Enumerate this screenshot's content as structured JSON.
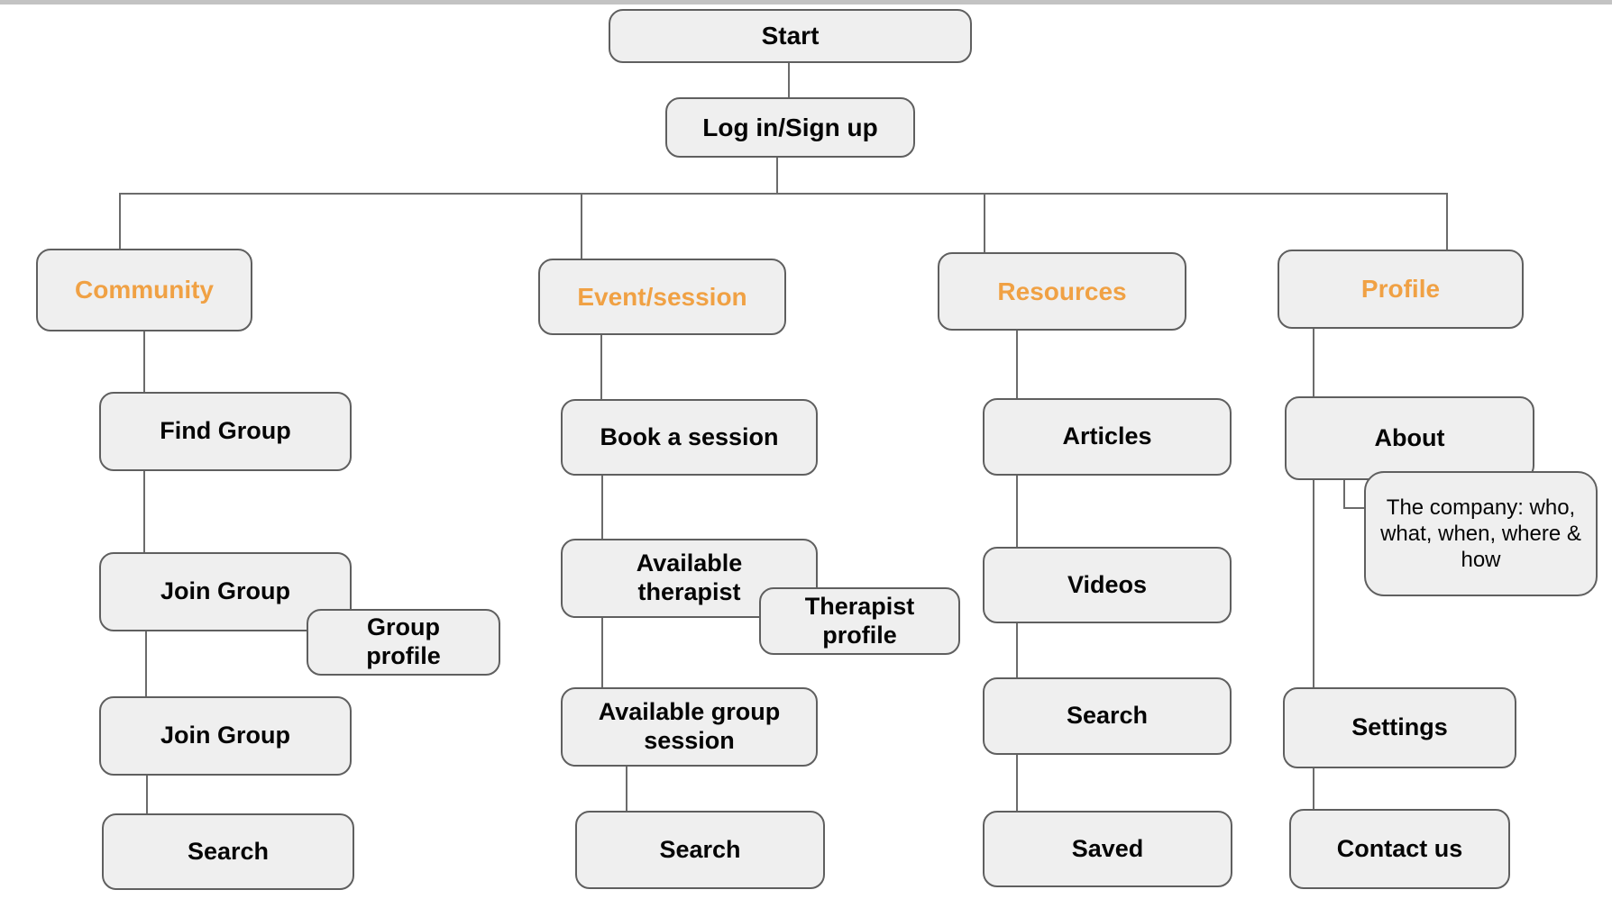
{
  "colors": {
    "accent_orange": "#F0A144",
    "box_fill": "#EFEFEF",
    "box_border": "#5F5F5F",
    "connector_gray": "#6B6B6B",
    "top_strip_gray": "#C3C3C3"
  },
  "diagram": {
    "start": {
      "label": "Start"
    },
    "login": {
      "label": "Log in/Sign up"
    },
    "columns": [
      {
        "header": {
          "label": "Community"
        },
        "children": [
          {
            "label": "Find Group"
          },
          {
            "label": "Join Group"
          },
          {
            "label": "Join Group"
          },
          {
            "label": "Search"
          }
        ],
        "callout": {
          "label": "Group profile"
        }
      },
      {
        "header": {
          "label": "Event/session"
        },
        "children": [
          {
            "label": "Book a session"
          },
          {
            "label": "Available therapist"
          },
          {
            "label": "Available group session"
          },
          {
            "label": "Search"
          }
        ],
        "callout": {
          "label": "Therapist profile"
        }
      },
      {
        "header": {
          "label": "Resources"
        },
        "children": [
          {
            "label": "Articles"
          },
          {
            "label": "Videos"
          },
          {
            "label": "Search"
          },
          {
            "label": "Saved"
          }
        ]
      },
      {
        "header": {
          "label": "Profile"
        },
        "children": [
          {
            "label": "About"
          },
          {
            "label": "Settings"
          },
          {
            "label": "Contact us"
          }
        ],
        "callout": {
          "label": "The company: who, what, when, where & how"
        }
      }
    ]
  }
}
